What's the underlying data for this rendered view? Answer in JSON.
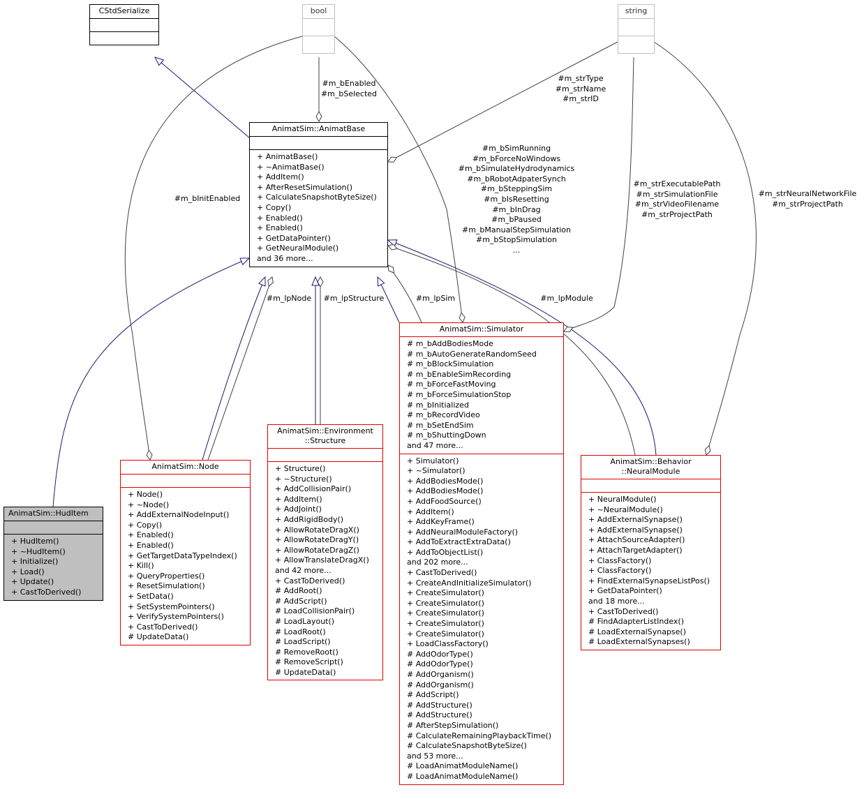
{
  "classes": {
    "cstdserialize": {
      "title": "CStdSerialize"
    },
    "bool": {
      "title": "bool"
    },
    "string": {
      "title": "string"
    },
    "animatbase": {
      "title": "AnimatSim::AnimatBase",
      "methods": [
        "+ AnimatBase()",
        "+ ~AnimatBase()",
        "+ AddItem()",
        "+ AfterResetSimulation()",
        "+ CalculateSnapshotByteSize()",
        "+ Copy()",
        "+ Enabled()",
        "+ Enabled()",
        "+ GetDataPointer()",
        "+ GetNeuralModule()",
        "and 36 more..."
      ]
    },
    "huditem": {
      "title": "AnimatSim::HudItem",
      "methods": [
        "+ HudItem()",
        "+ ~HudItem()",
        "+ Initialize()",
        "+ Load()",
        "+ Update()",
        "+ CastToDerived()"
      ]
    },
    "node": {
      "title": "AnimatSim::Node",
      "methods": [
        "+ Node()",
        "+ ~Node()",
        "+ AddExternalNodeInput()",
        "+ Copy()",
        "+ Enabled()",
        "+ Enabled()",
        "+ GetTargetDataTypeIndex()",
        "+ Kill()",
        "+ QueryProperties()",
        "+ ResetSimulation()",
        "+ SetData()",
        "+ SetSystemPointers()",
        "+ VerifySystemPointers()",
        "+ CastToDerived()",
        "# UpdateData()"
      ]
    },
    "structure": {
      "title_line1": "AnimatSim::Environment",
      "title_line2": "::Structure",
      "methods": [
        "+ Structure()",
        "+ ~Structure()",
        "+ AddCollisionPair()",
        "+ AddItem()",
        "+ AddJoint()",
        "+ AddRigidBody()",
        "+ AllowRotateDragX()",
        "+ AllowRotateDragY()",
        "+ AllowRotateDragZ()",
        "+ AllowTranslateDragX()",
        "and 42 more...",
        "+ CastToDerived()",
        "# AddRoot()",
        "# AddScript()",
        "# LoadCollisionPair()",
        "# LoadLayout()",
        "# LoadRoot()",
        "# LoadScript()",
        "# RemoveRoot()",
        "# RemoveScript()",
        "# UpdateData()"
      ]
    },
    "simulator": {
      "title": "AnimatSim::Simulator",
      "attributes": [
        "# m_bAddBodiesMode",
        "# m_bAutoGenerateRandomSeed",
        "# m_bBlockSimulation",
        "# m_bEnableSimRecording",
        "# m_bForceFastMoving",
        "# m_bForceSimulationStop",
        "# m_bInitialized",
        "# m_bRecordVideo",
        "# m_bSetEndSim",
        "# m_bShuttingDown",
        "and 47 more..."
      ],
      "methods": [
        "+ Simulator()",
        "+ ~Simulator()",
        "+ AddBodiesMode()",
        "+ AddBodiesMode()",
        "+ AddFoodSource()",
        "+ AddItem()",
        "+ AddKeyFrame()",
        "+ AddNeuralModuleFactory()",
        "+ AddToExtractExtraData()",
        "+ AddToObjectList()",
        "and 202 more...",
        "+ CastToDerived()",
        "+ CreateAndInitializeSimulator()",
        "+ CreateSimulator()",
        "+ CreateSimulator()",
        "+ CreateSimulator()",
        "+ CreateSimulator()",
        "+ CreateSimulator()",
        "+ LoadClassFactory()",
        "# AddOdorType()",
        "# AddOdorType()",
        "# AddOrganism()",
        "# AddOrganism()",
        "# AddScript()",
        "# AddStructure()",
        "# AddStructure()",
        "# AfterStepSimulation()",
        "# CalculateRemainingPlaybackTime()",
        "# CalculateSnapshotByteSize()",
        "and 53 more...",
        "# LoadAnimatModuleName()",
        "# LoadAnimatModuleName()"
      ]
    },
    "neuralmodule": {
      "title_line1": "AnimatSim::Behavior",
      "title_line2": "::NeuralModule",
      "methods": [
        "+ NeuralModule()",
        "+ ~NeuralModule()",
        "+ AddExternalSynapse()",
        "+ AddExternalSynapse()",
        "+ AttachSourceAdapter()",
        "+ AttachTargetAdapter()",
        "+ ClassFactory()",
        "+ ClassFactory()",
        "+ FindExternalSynapseListPos()",
        "+ GetDataPointer()",
        "and 18 more...",
        "+ CastToDerived()",
        "# FindAdapterListIndex()",
        "# LoadExternalSynapse()",
        "# LoadExternalSynapses()"
      ]
    }
  },
  "edge_labels": {
    "bool_to_base": [
      "#m_bEnabled",
      "#m_bSelected"
    ],
    "string_to_base": [
      "#m_strType",
      "#m_strName",
      "#m_strID"
    ],
    "sim_bools": [
      "#m_bSimRunning",
      "#m_bForceNoWindows",
      "#m_bSimulateHydrodynamics",
      "#m_bRobotAdpaterSynch",
      "#m_bSteppingSim",
      "#m_bIsResetting",
      "#m_bInDrag",
      "#m_bPaused",
      "#m_bManualStepSimulation",
      "#m_bStopSimulation",
      "..."
    ],
    "sim_strings": [
      "#m_strExecutablePath",
      "#m_strSimulationFile",
      "#m_strVideoFilename",
      "#m_strProjectPath"
    ],
    "nm_strings": [
      "#m_strNeuralNetworkFile",
      "#m_strProjectPath"
    ],
    "init_enabled": "#m_bInitEnabled",
    "lp_node": "#m_lpNode",
    "lp_structure": "#m_lpStructure",
    "lp_sim": "#m_lpSim",
    "lp_module": "#m_lpModule"
  },
  "colors": {
    "inherit": "#191970",
    "usage": "#404040",
    "class_border": "#e00000",
    "highlight": "#bfbfbf",
    "builtin_border": "#bfbfbf"
  }
}
